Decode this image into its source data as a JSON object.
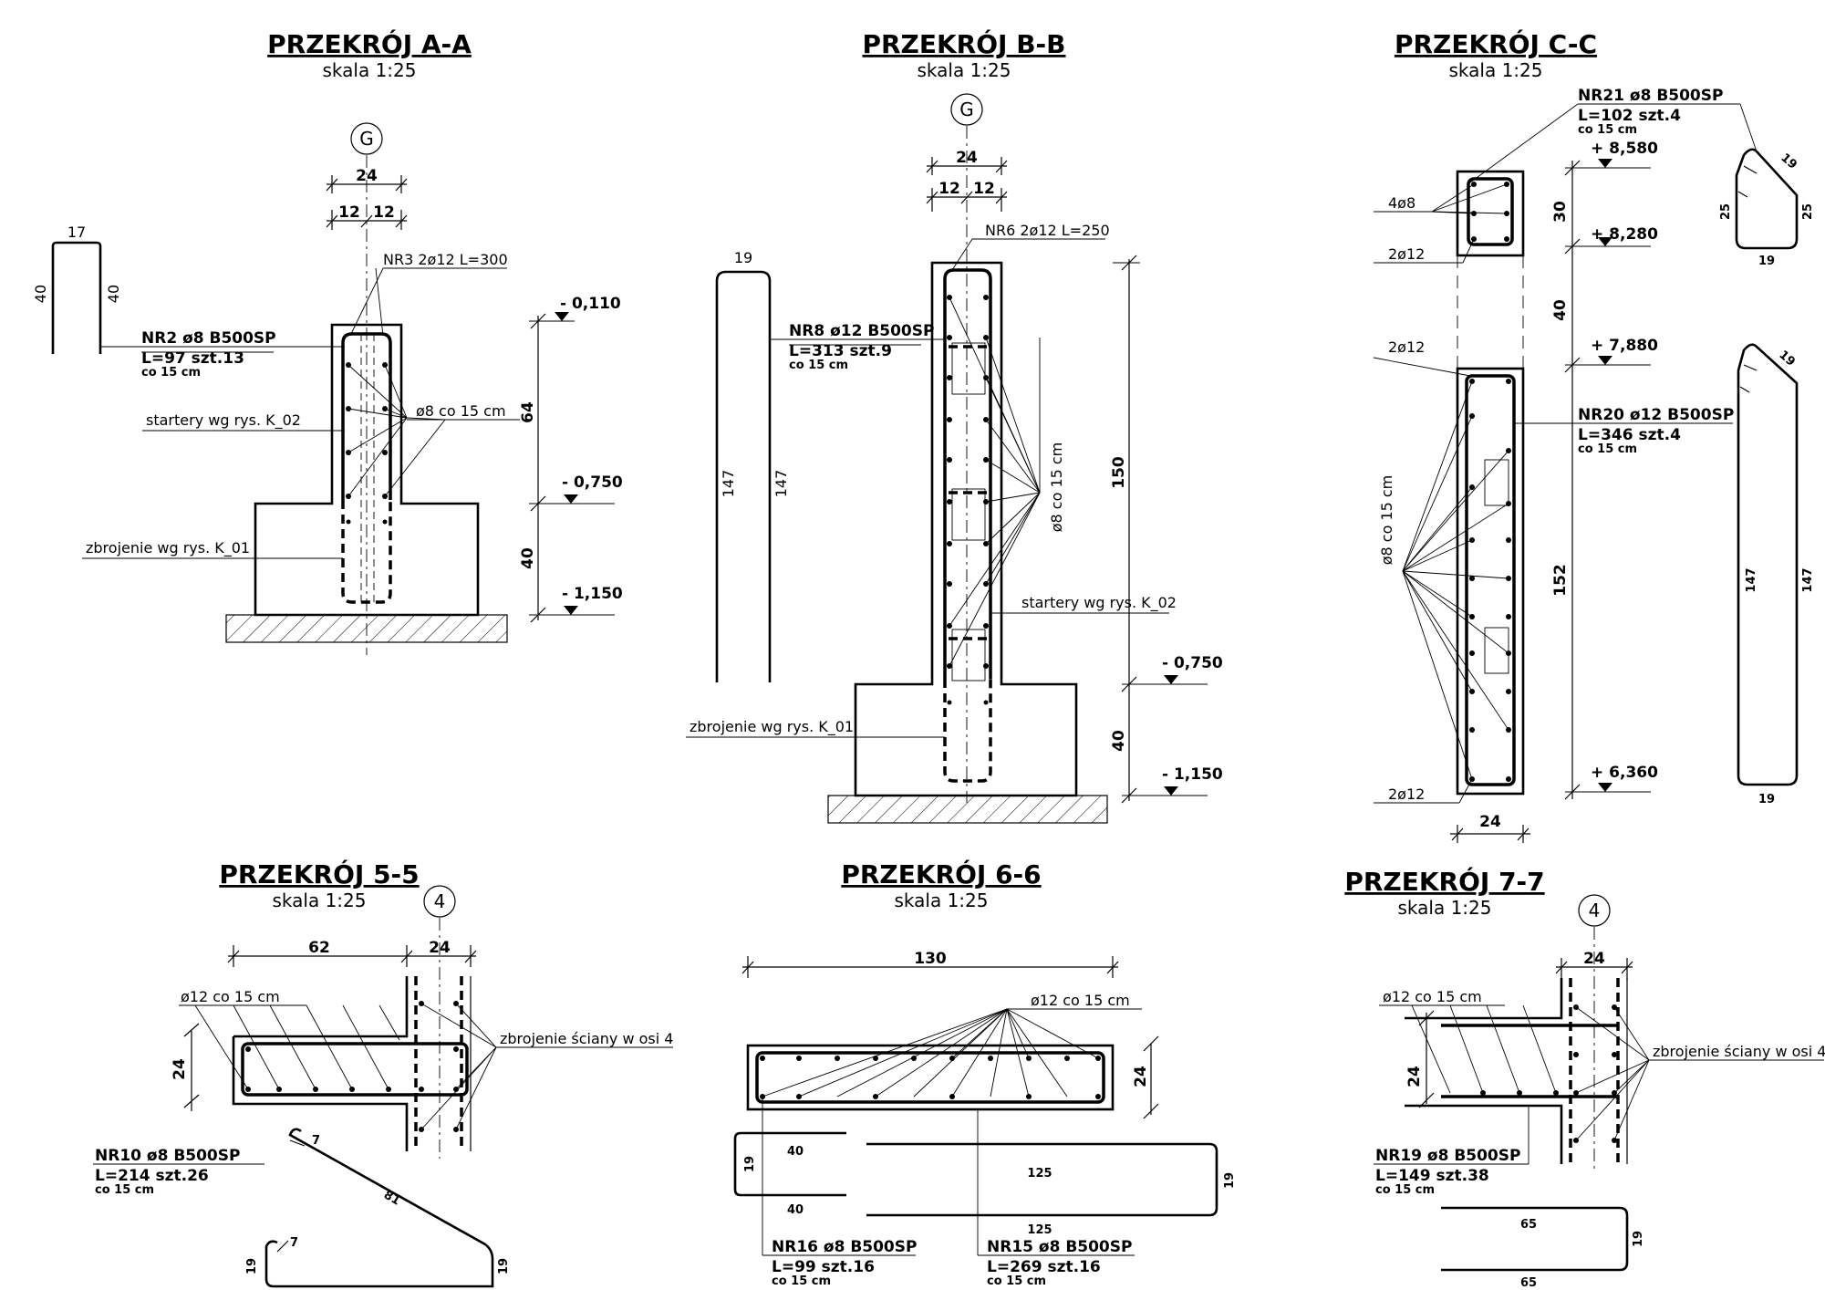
{
  "sections": {
    "aa": {
      "title": "PRZEKRÓJ A-A",
      "scale": "skala 1:25",
      "axis": "G",
      "dim_total": "24",
      "dim_half_left": "12",
      "dim_half_right": "12",
      "nr3": "NR3 2ø12 L=300",
      "bar_top_len": "17",
      "bar_left_len": "40",
      "bar_right_len": "40",
      "nr2_l1": "NR2  ø8  B500SP",
      "nr2_l2": "L=97   szt.13",
      "nr2_l3": "co 15 cm",
      "startery": "startery wg rys. K_02",
      "stirrups": "ø8 co 15 cm",
      "zbrojenie": "zbrojenie wg rys. K_01",
      "lvl1": "- 0,110",
      "lvl2": "- 0,750",
      "lvl3": "- 1,150",
      "dim_64": "64",
      "dim_40": "40"
    },
    "bb": {
      "title": "PRZEKRÓJ B-B",
      "scale": "skala 1:25",
      "axis": "G",
      "dim_total": "24",
      "dim_half_left": "12",
      "dim_half_right": "12",
      "nr6": "NR6  2ø12 L=250",
      "bar_top_len": "19",
      "bar_left_len": "147",
      "bar_right_len": "147",
      "nr8_l1": "NR8   ø12   B500SP",
      "nr8_l2": "L=313   szt.9",
      "nr8_l3": "co 15 cm",
      "stirrups": "ø8 co 15 cm",
      "startery": "startery wg rys. K_02",
      "zbrojenie": "zbrojenie wg rys. K_01",
      "dim_150": "150",
      "dim_40": "40",
      "lvl1": "- 0,750",
      "lvl2": "- 1,150"
    },
    "cc": {
      "title": "PRZEKRÓJ C-C",
      "scale": "skala 1:25",
      "nr21_l1": "NR21   ø8   B500SP",
      "nr21_l2": "L=102   szt.4",
      "nr21_l3": "co 15 cm",
      "lbl_4o8": "4ø8",
      "lbl_2o12_a": "2ø12",
      "lbl_2o12_b": "2ø12",
      "lbl_2o12_c": "2ø12",
      "stirrups": "ø8 co 15 cm",
      "nr20_l1": "NR20   ø12   B500SP",
      "nr20_l2": "L=346   szt.4",
      "nr20_l3": "co 15 cm",
      "lvl1": "+ 8,580",
      "lvl2": "+ 8,280",
      "lvl3": "+ 7,880",
      "lvl4": "+ 6,360",
      "dim_30": "30",
      "dim_40": "40",
      "dim_152": "152",
      "dim_24": "24",
      "b21_top": "19",
      "b21_left": "25",
      "b21_right": "25",
      "b21_bottom": "19",
      "b20_top": "19",
      "b20_left": "147",
      "b20_right": "147",
      "b20_bottom": "19"
    },
    "s55": {
      "title": "PRZEKRÓJ 5-5",
      "scale": "skala 1:25",
      "axis": "4",
      "dim_62": "62",
      "dim_24": "24",
      "dim_24v": "24",
      "bars": "ø12 co 15 cm",
      "wall": "zbrojenie ściany w osi 4",
      "nr10_l1": "NR10   ø8   B500SP",
      "nr10_l2": "L=214   szt.26",
      "nr10_l3": "co 15 cm",
      "b_81": "81",
      "b_7a": "7",
      "b_7b": "7",
      "b_19a": "19",
      "b_19b": "19"
    },
    "s66": {
      "title": "PRZEKRÓJ 6-6",
      "scale": "skala 1:25",
      "dim_130": "130",
      "dim_24": "24",
      "bars": "ø12 co 15 cm",
      "b16_top": "40",
      "b16_bottom": "40",
      "b16_side": "19",
      "b15_top": "125",
      "b15_bottom": "125",
      "b15_side": "19",
      "nr16_l1": "NR16   ø8   B500SP",
      "nr16_l2": "L=99   szt.16",
      "nr16_l3": "co 15 cm",
      "nr15_l1": "NR15   ø8   B500SP",
      "nr15_l2": "L=269   szt.16",
      "nr15_l3": "co 15 cm"
    },
    "s77": {
      "title": "PRZEKRÓJ 7-7",
      "scale": "skala 1:25",
      "axis": "4",
      "dim_24": "24",
      "dim_24v": "24",
      "bars": "ø12 co 15 cm",
      "wall": "zbrojenie ściany w osi 4",
      "nr19_l1": "NR19   ø8   B500SP",
      "nr19_l2": "L=149   szt.38",
      "nr19_l3": "co 15 cm",
      "b_top": "65",
      "b_bottom": "65",
      "b_side": "19"
    }
  }
}
